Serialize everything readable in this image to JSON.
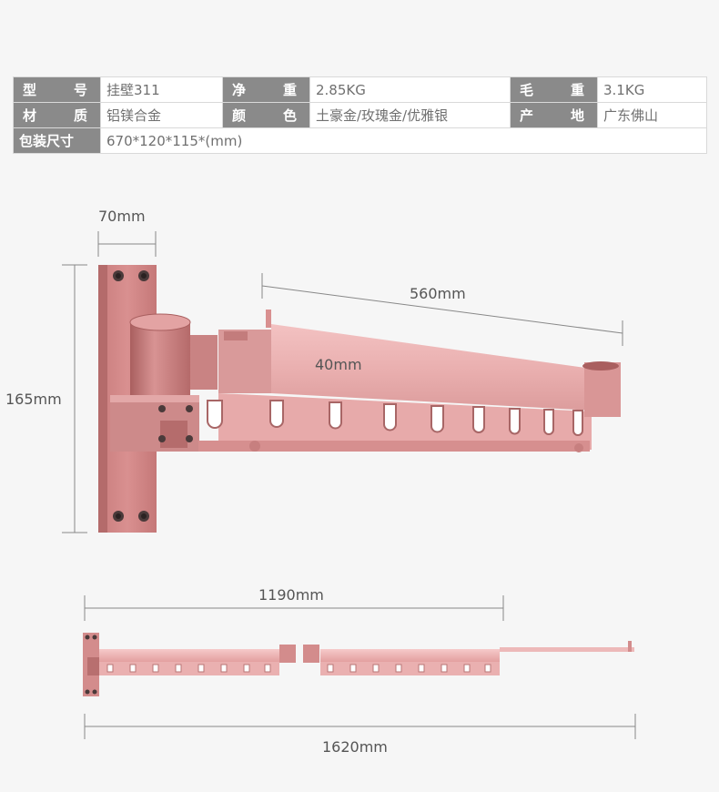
{
  "specs": {
    "rows": [
      [
        {
          "label": "型 号",
          "value": "挂壁311"
        },
        {
          "label": "净 重",
          "value": "2.85KG"
        },
        {
          "label": "毛 重",
          "value": "3.1KG"
        }
      ],
      [
        {
          "label": "材 质",
          "value": "铝镁合金"
        },
        {
          "label": "颜 色",
          "value": "土豪金/玫瑰金/优雅银"
        },
        {
          "label": "产 地",
          "value": "广东佛山"
        }
      ]
    ],
    "package": {
      "label": "包装尺寸",
      "value": "670*120*115*(mm)"
    }
  },
  "dimensions": {
    "bracket_width": "70mm",
    "height": "165mm",
    "arm_length": "560mm",
    "arm_thickness": "40mm",
    "folded_length": "1190mm",
    "extended_length": "1620mm"
  },
  "colors": {
    "table_label_bg": "#8a8a8a",
    "rose_gold": "#e9a6a6",
    "rose_gold_dark": "#c98080"
  }
}
